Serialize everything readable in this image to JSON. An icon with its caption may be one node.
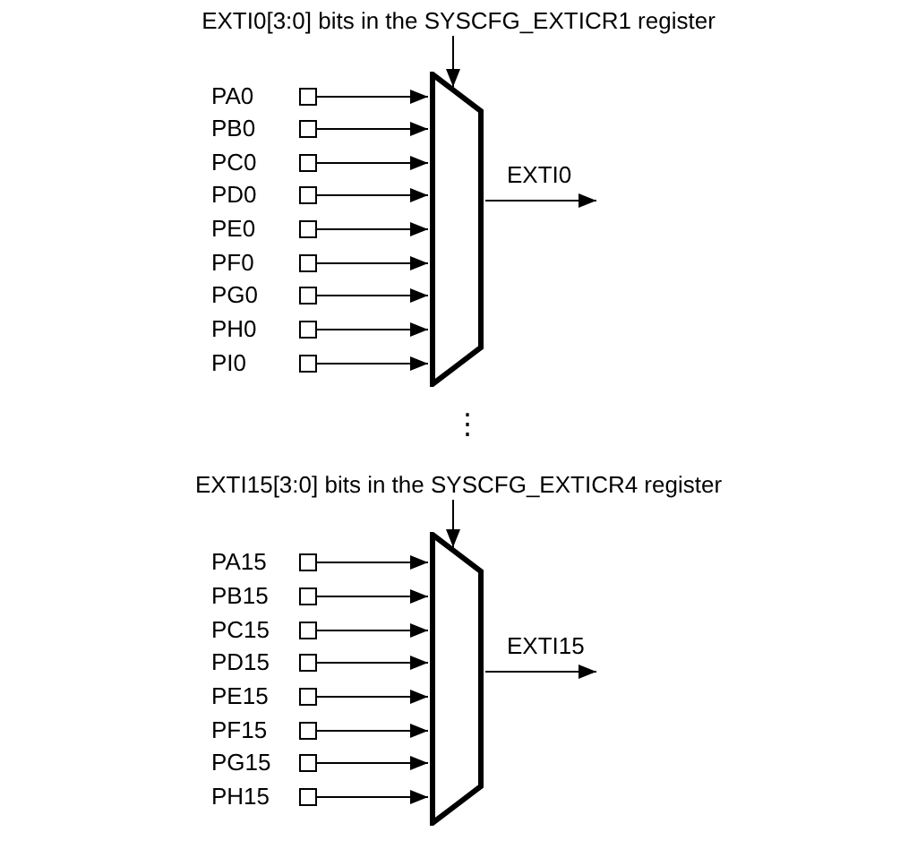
{
  "diagram": {
    "nodes": [
      {
        "text": [
          "EXTI0[3:0] bits in the SYSCFG_EXTICR1 register"
        ]
      },
      {
        "text": [],
        "shape": "box",
        "beside": [
          "PA0"
        ]
      },
      {
        "text": [],
        "shape": "box",
        "beside": [
          "PB0"
        ]
      },
      {
        "text": [],
        "shape": "box",
        "beside": [
          "PC0"
        ]
      },
      {
        "text": [],
        "shape": "box",
        "beside": [
          "PD0"
        ]
      },
      {
        "text": [],
        "shape": "box",
        "beside": [
          "PE0"
        ]
      },
      {
        "text": [],
        "shape": "box",
        "beside": [
          "PF0"
        ]
      },
      {
        "text": [],
        "shape": "box",
        "beside": [
          "PG0"
        ]
      },
      {
        "text": [],
        "shape": "box",
        "beside": [
          "PH0"
        ]
      },
      {
        "text": [],
        "shape": "box",
        "beside": [
          "PI0"
        ]
      },
      {
        "text": [],
        "shape": "trapezoid"
      },
      {
        "text": [
          "EXTI15[3:0] bits in the SYSCFG_EXTICR4 register"
        ]
      },
      {
        "text": [],
        "shape": "box",
        "beside": [
          "PA15"
        ]
      },
      {
        "text": [],
        "shape": "box",
        "beside": [
          "PB15"
        ]
      },
      {
        "text": [],
        "shape": "box",
        "beside": [
          "PC15"
        ]
      },
      {
        "text": [],
        "shape": "box",
        "beside": [
          "PD15"
        ]
      },
      {
        "text": [],
        "shape": "box",
        "beside": [
          "PE15"
        ]
      },
      {
        "text": [],
        "shape": "box",
        "beside": [
          "PF15"
        ]
      },
      {
        "text": [],
        "shape": "box",
        "beside": [
          "PG15"
        ]
      },
      {
        "text": [],
        "shape": "box",
        "beside": [
          "PH15"
        ]
      },
      {
        "text": [],
        "shape": "trapezoid"
      }
    ],
    "edges": [
      {
        "from": 0,
        "to": 10,
        "arrow": "to"
      },
      {
        "from": 1,
        "to": 10,
        "arrow": "to"
      },
      {
        "from": 2,
        "to": 10,
        "arrow": "to"
      },
      {
        "from": 3,
        "to": 10,
        "arrow": "to"
      },
      {
        "from": 4,
        "to": 10,
        "arrow": "to"
      },
      {
        "from": 5,
        "to": 10,
        "arrow": "to"
      },
      {
        "from": 6,
        "to": 10,
        "arrow": "to"
      },
      {
        "from": 7,
        "to": 10,
        "arrow": "to"
      },
      {
        "from": 8,
        "to": 10,
        "arrow": "to"
      },
      {
        "from": 9,
        "to": 10,
        "arrow": "to"
      },
      {
        "from": 10,
        "to": null,
        "arrow": "to",
        "label": "EXTI0"
      },
      {
        "from": 11,
        "to": 20,
        "arrow": "to"
      },
      {
        "from": 12,
        "to": 20,
        "arrow": "to"
      },
      {
        "from": 13,
        "to": 20,
        "arrow": "to"
      },
      {
        "from": 14,
        "to": 20,
        "arrow": "to"
      },
      {
        "from": 15,
        "to": 20,
        "arrow": "to"
      },
      {
        "from": 16,
        "to": 20,
        "arrow": "to"
      },
      {
        "from": 17,
        "to": 20,
        "arrow": "to"
      },
      {
        "from": 18,
        "to": 20,
        "arrow": "to"
      },
      {
        "from": 19,
        "to": 20,
        "arrow": "to"
      },
      {
        "from": 20,
        "to": null,
        "arrow": "to",
        "label": "EXTI15"
      }
    ],
    "labels": [
      "⋮"
    ]
  }
}
